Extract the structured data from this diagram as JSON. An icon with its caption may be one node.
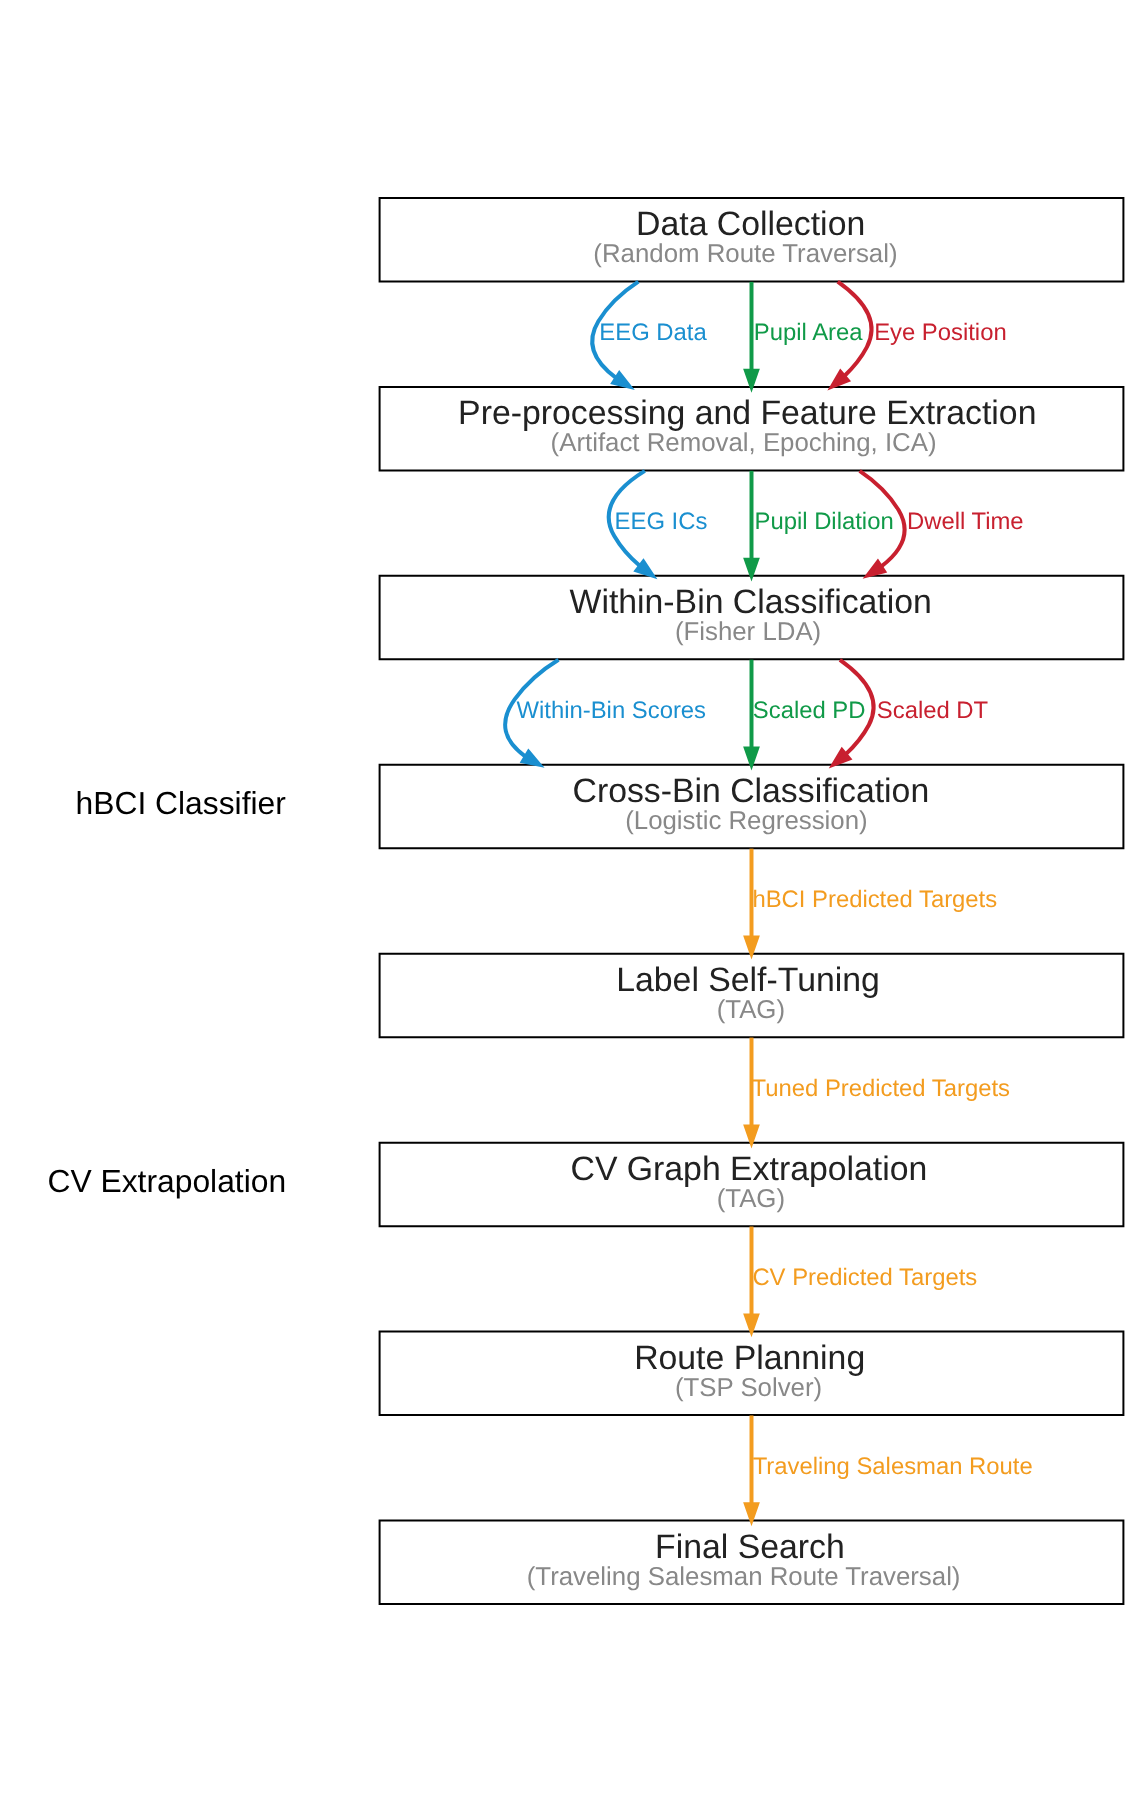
{
  "diagram": {
    "nodes": [
      {
        "text": [
          "Data Collection",
          "(Random Route Traversal)"
        ]
      },
      {
        "text": [
          "Pre-processing and Feature Extraction",
          "(Artifact Removal, Epoching, ICA)"
        ]
      },
      {
        "text": [
          "Within-Bin Classification",
          "(Fisher LDA)"
        ]
      },
      {
        "text": [
          "Cross-Bin Classification",
          "(Logistic Regression)"
        ]
      },
      {
        "text": [
          "Label Self-Tuning",
          "(TAG)"
        ]
      },
      {
        "text": [
          "CV Graph Extrapolation",
          "(TAG)"
        ]
      },
      {
        "text": [
          "Route Planning",
          "(TSP Solver)"
        ]
      },
      {
        "text": [
          "Final Search",
          "(Traveling Salesman Route Traversal)"
        ]
      }
    ],
    "edges": [
      {
        "from": 0,
        "to": 1,
        "arrow": "to",
        "label": "EEG Data",
        "color": "#1a8fd0"
      },
      {
        "from": 0,
        "to": 1,
        "arrow": "to",
        "label": "Pupil Area",
        "color": "#109a48"
      },
      {
        "from": 0,
        "to": 1,
        "arrow": "to",
        "label": "Eye Position",
        "color": "#c8202f"
      },
      {
        "from": 1,
        "to": 2,
        "arrow": "to",
        "label": "EEG ICs",
        "color": "#1a8fd0"
      },
      {
        "from": 1,
        "to": 2,
        "arrow": "to",
        "label": "Pupil Dilation",
        "color": "#109a48"
      },
      {
        "from": 1,
        "to": 2,
        "arrow": "to",
        "label": "Dwell Time",
        "color": "#c8202f"
      },
      {
        "from": 2,
        "to": 3,
        "arrow": "to",
        "label": "Within-Bin Scores",
        "color": "#1a8fd0"
      },
      {
        "from": 2,
        "to": 3,
        "arrow": "to",
        "label": "Scaled PD",
        "color": "#109a48"
      },
      {
        "from": 2,
        "to": 3,
        "arrow": "to",
        "label": "Scaled DT",
        "color": "#c8202f"
      },
      {
        "from": 3,
        "to": 4,
        "arrow": "to",
        "label": "hBCI Predicted Targets"
      },
      {
        "from": 4,
        "to": 5,
        "arrow": "to",
        "label": "Tuned Predicted Targets"
      },
      {
        "from": 5,
        "to": 6,
        "arrow": "to",
        "label": "CV Predicted Targets"
      },
      {
        "from": 6,
        "to": 7,
        "arrow": "to",
        "label": "Traveling Salesman Route"
      }
    ],
    "labels": [
      "hBCI Classifier",
      "CV Extrapolation"
    ]
  }
}
